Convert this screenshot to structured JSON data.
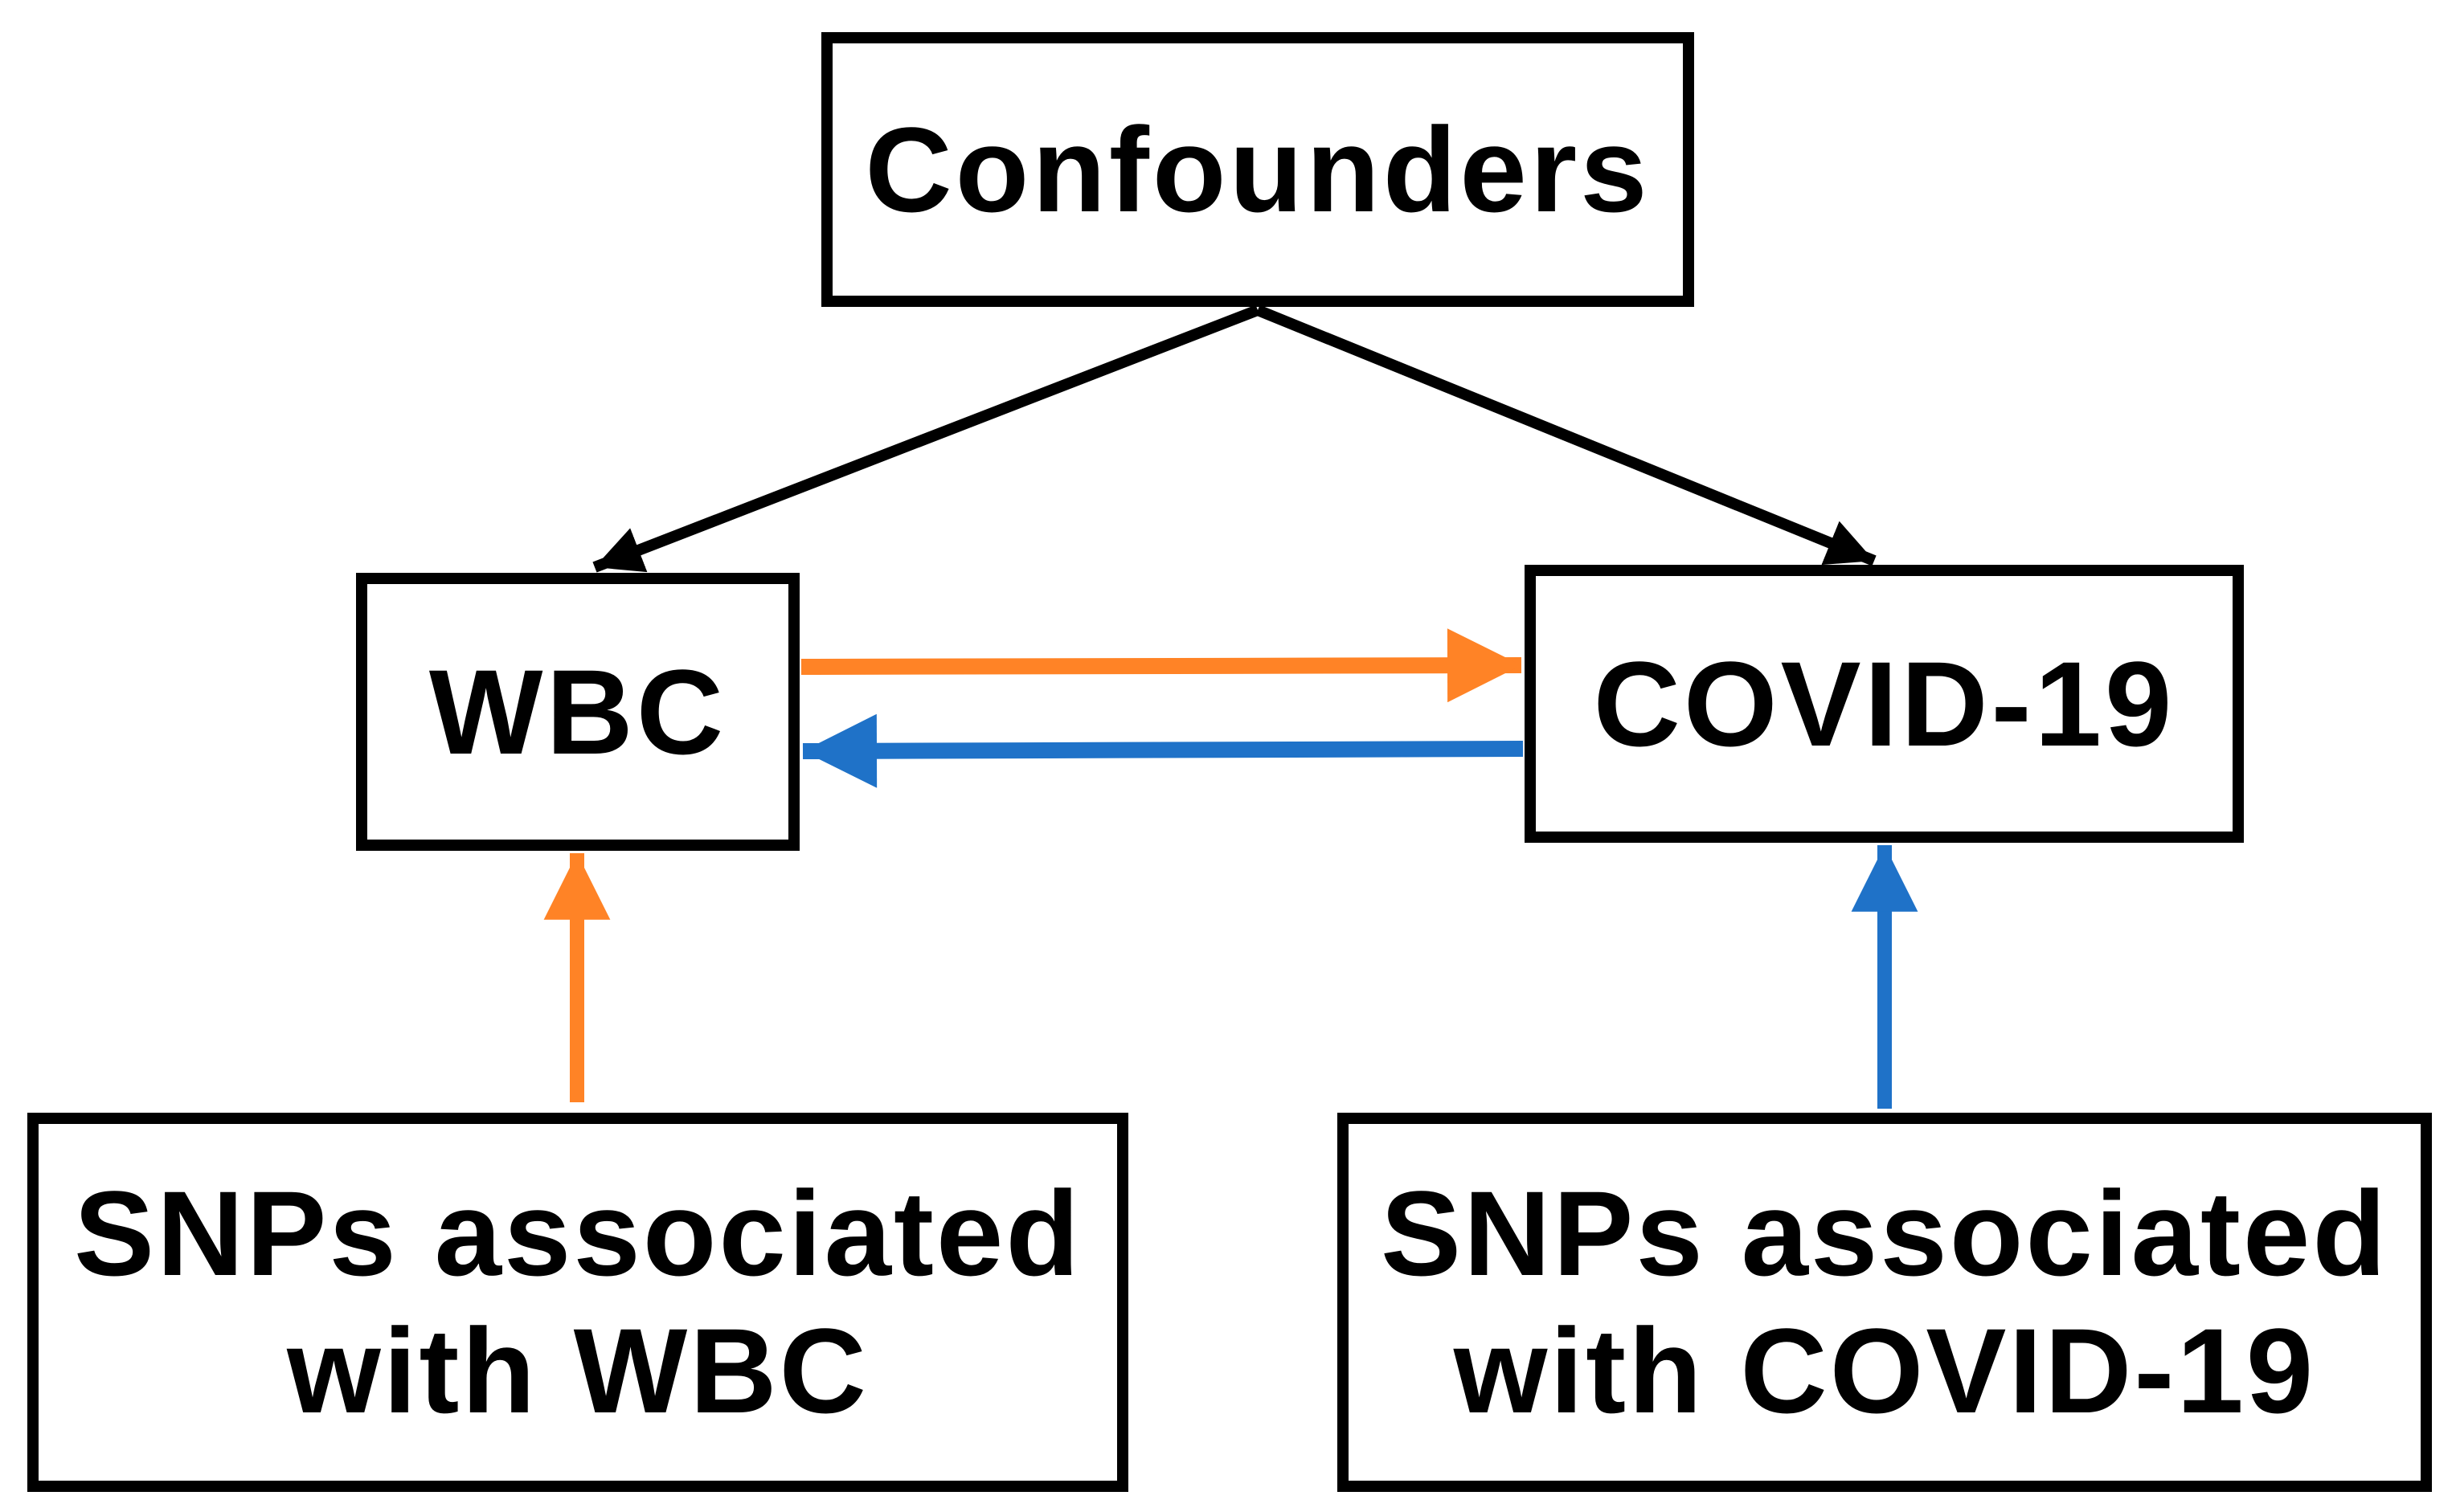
{
  "nodes": {
    "confounders": {
      "lines": [
        "Confounders"
      ]
    },
    "wbc": {
      "lines": [
        "WBC"
      ]
    },
    "covid": {
      "lines": [
        "COVID-19"
      ]
    },
    "snp_wbc": {
      "lines": [
        "SNPs associated",
        "with WBC"
      ]
    },
    "snp_covid": {
      "lines": [
        "SNPs associated",
        "with COVID-19"
      ]
    }
  },
  "edges": [
    {
      "from": "confounders",
      "to": "wbc",
      "color": "#000000"
    },
    {
      "from": "confounders",
      "to": "covid",
      "color": "#000000"
    },
    {
      "from": "wbc",
      "to": "covid",
      "color": "#FF8326"
    },
    {
      "from": "covid",
      "to": "wbc",
      "color": "#1F72C8"
    },
    {
      "from": "snp_wbc",
      "to": "wbc",
      "color": "#FF8326"
    },
    {
      "from": "snp_covid",
      "to": "covid",
      "color": "#1F72C8"
    }
  ],
  "colors": {
    "box_border": "#000000",
    "wbc_path": "#FF8326",
    "covid_path": "#1F72C8"
  }
}
